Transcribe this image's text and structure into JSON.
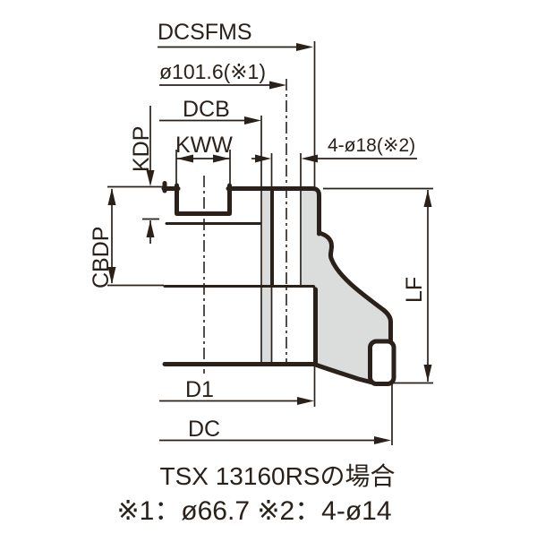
{
  "diagram": {
    "type": "technical-drawing",
    "subject": "milling cutter body cross-section with dimension callouts",
    "dimension_labels": {
      "dcsfms": "DCSFMS",
      "bolt_circle": "ø101.6(※1)",
      "dcb": "DCB",
      "kww": "KWW",
      "kdp": "KDP",
      "cbdp": "CBDP",
      "bolt_holes": "4-ø18(※2)",
      "lf": "LF",
      "d1": "D1",
      "dc": "DC"
    },
    "caption": {
      "line1": "TSX 13160RSの場合",
      "line2": "※1：ø66.7 ※2：4-ø14"
    },
    "colors": {
      "line": "#2A211B",
      "fill": "#DBDCDC",
      "background": "#FFFFFF"
    }
  }
}
